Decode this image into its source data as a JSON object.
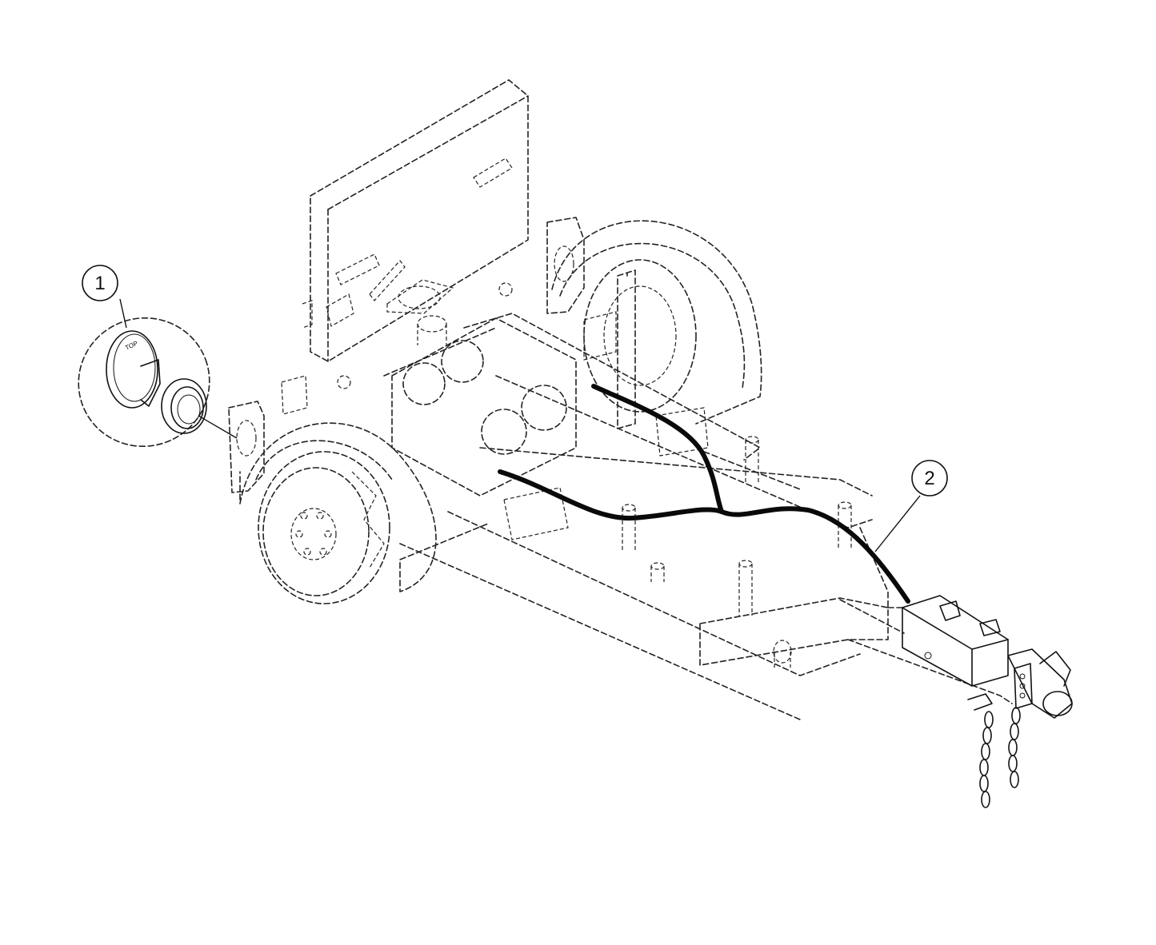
{
  "callouts": [
    {
      "label": "1",
      "part": "tail-light-assembly"
    },
    {
      "label": "2",
      "part": "wiring-harness"
    }
  ],
  "lamp_marking": "TOP",
  "colors": {
    "line": "#111111",
    "background": "#ffffff"
  }
}
